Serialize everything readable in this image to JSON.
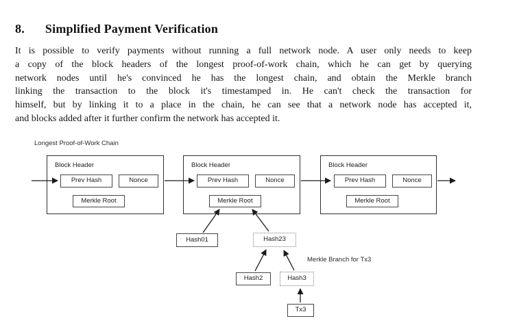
{
  "colors": {
    "ink": "#1b1b1b",
    "box_border": "#454545",
    "dotted_border": "#7d7d7d"
  },
  "section": {
    "number": "8.",
    "title": "Simplified Payment Verification"
  },
  "paragraph_lines": [
    "It is possible to verify payments without running a full network node.  A user only needs to keep",
    "a copy of the block headers of the longest proof-of-work chain, which he can get by querying",
    "network nodes until he's convinced he has the longest chain, and obtain the Merkle branch",
    "linking the transaction to the block it's timestamped in.  He can't check the transaction for",
    "himself, but by linking it to a place in the chain, he can see that a network node has accepted it,",
    "and blocks added after it further confirm the network has accepted it."
  ],
  "diagram": {
    "chain_label": "Longest Proof-of-Work Chain",
    "branch_label": "Merkle Branch for Tx3",
    "blocks": [
      {
        "title": "Block Header",
        "prev_hash": "Prev Hash",
        "nonce": "Nonce",
        "merkle_root": "Merkle Root"
      },
      {
        "title": "Block Header",
        "prev_hash": "Prev Hash",
        "nonce": "Nonce",
        "merkle_root": "Merkle Root"
      },
      {
        "title": "Block Header",
        "prev_hash": "Prev Hash",
        "nonce": "Nonce",
        "merkle_root": "Merkle Root"
      }
    ],
    "merkle_nodes": {
      "hash01": "Hash01",
      "hash23": "Hash23",
      "hash2": "Hash2",
      "hash3": "Hash3",
      "tx3": "Tx3"
    }
  }
}
